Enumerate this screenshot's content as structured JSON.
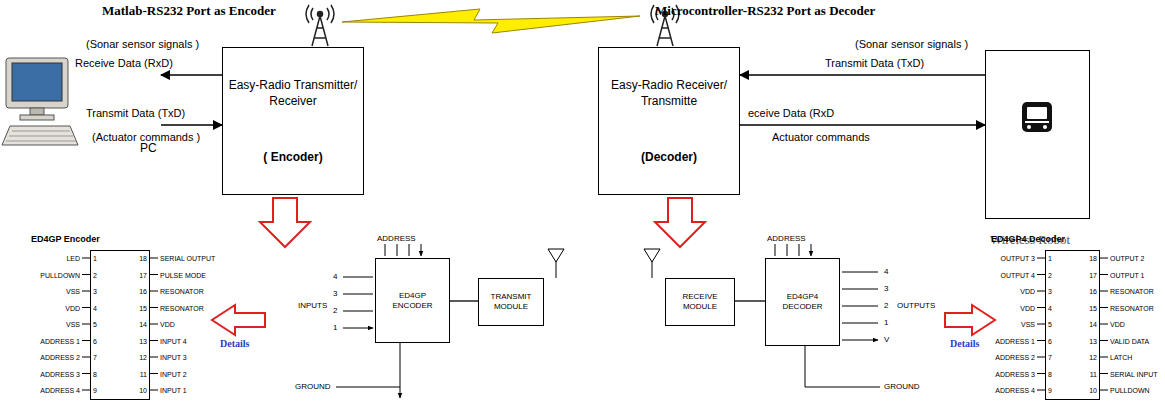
{
  "diagram": {
    "nodes": [
      {
        "text": [
          "PC"
        ]
      },
      {
        "text": [
          "Easy-Radio Transmitter/ Receiver",
          "( Encoder)"
        ]
      },
      {
        "text": [
          "Easy-Radio Receiver/ Transmitte",
          "(Decoder)"
        ]
      },
      {
        "text": [
          "Wireless Robot"
        ]
      },
      {
        "text": [
          "ED4GP Encoder"
        ]
      },
      {
        "text": [
          "ED4GP ENCODER"
        ]
      },
      {
        "text": [
          "TRANSMIT MODULE"
        ]
      },
      {
        "text": [
          "RECEIVE MODULE"
        ]
      },
      {
        "text": [
          "ED4GP4 DECODER"
        ]
      },
      {
        "text": [
          "ED4GP4 Decoder"
        ]
      }
    ],
    "edges": [
      {
        "from": 1,
        "to": 0,
        "arrow": "to",
        "label": "Receive Data (RxD)"
      },
      {
        "from": 0,
        "to": 1,
        "arrow": "to",
        "label": "Transmit Data (TxD)"
      },
      {
        "from": 3,
        "to": 2,
        "arrow": "to",
        "label": "Transmit Data (TxD)"
      },
      {
        "from": 2,
        "to": 3,
        "arrow": "to",
        "label": "eceive Data (RxD"
      },
      {
        "from": 5,
        "to": 6,
        "arrow": "none"
      },
      {
        "from": 7,
        "to": 8,
        "arrow": "none"
      }
    ],
    "labels": [
      "Matlab-RS232 Port as Encoder",
      "Microcontroller-RS232 Port as Decoder",
      "(Sonar sensor signals )",
      "(Actuator commands )",
      "(Sonar sensor signals )",
      "Actuator commands",
      "ADDRESS",
      "INPUTS",
      "4",
      "3",
      "2",
      "1",
      "GROUND",
      "ADDRESS",
      "OUTPUTS",
      "4",
      "3",
      "2",
      "1",
      "V",
      "GROUND",
      "Details",
      "Details",
      "LED",
      "PULLDOWN",
      "VSS",
      "VDD",
      "VSS",
      "ADDRESS 1",
      "ADDRESS 2",
      "ADDRESS 3",
      "ADDRESS 4",
      "INPUT 1",
      "INPUT 2",
      "INPUT 3",
      "INPUT 4",
      "VDD",
      "RESONATOR",
      "RESONATOR",
      "PULSE MODE",
      "SERIAL OUTPUT",
      "1",
      "2",
      "3",
      "4",
      "5",
      "6",
      "7",
      "8",
      "9",
      "10",
      "11",
      "12",
      "13",
      "14",
      "15",
      "16",
      "17",
      "18",
      "OUTPUT 3",
      "OUTPUT 4",
      "VDD",
      "VDD",
      "VSS",
      "ADDRESS 1",
      "ADDRESS 2",
      "ADDRESS 3",
      "ADDRESS 4",
      "PULLDOWN",
      "SERIAL INPUT",
      "LATCH",
      "VALID DATA",
      "VDD",
      "RESONATOR",
      "RESONATOR",
      "OUTPUT 1",
      "OUTPUT 2",
      "1",
      "2",
      "3",
      "4",
      "5",
      "6",
      "7",
      "8",
      "9",
      "10",
      "11",
      "12",
      "13",
      "14",
      "15",
      "16",
      "17",
      "18"
    ]
  }
}
